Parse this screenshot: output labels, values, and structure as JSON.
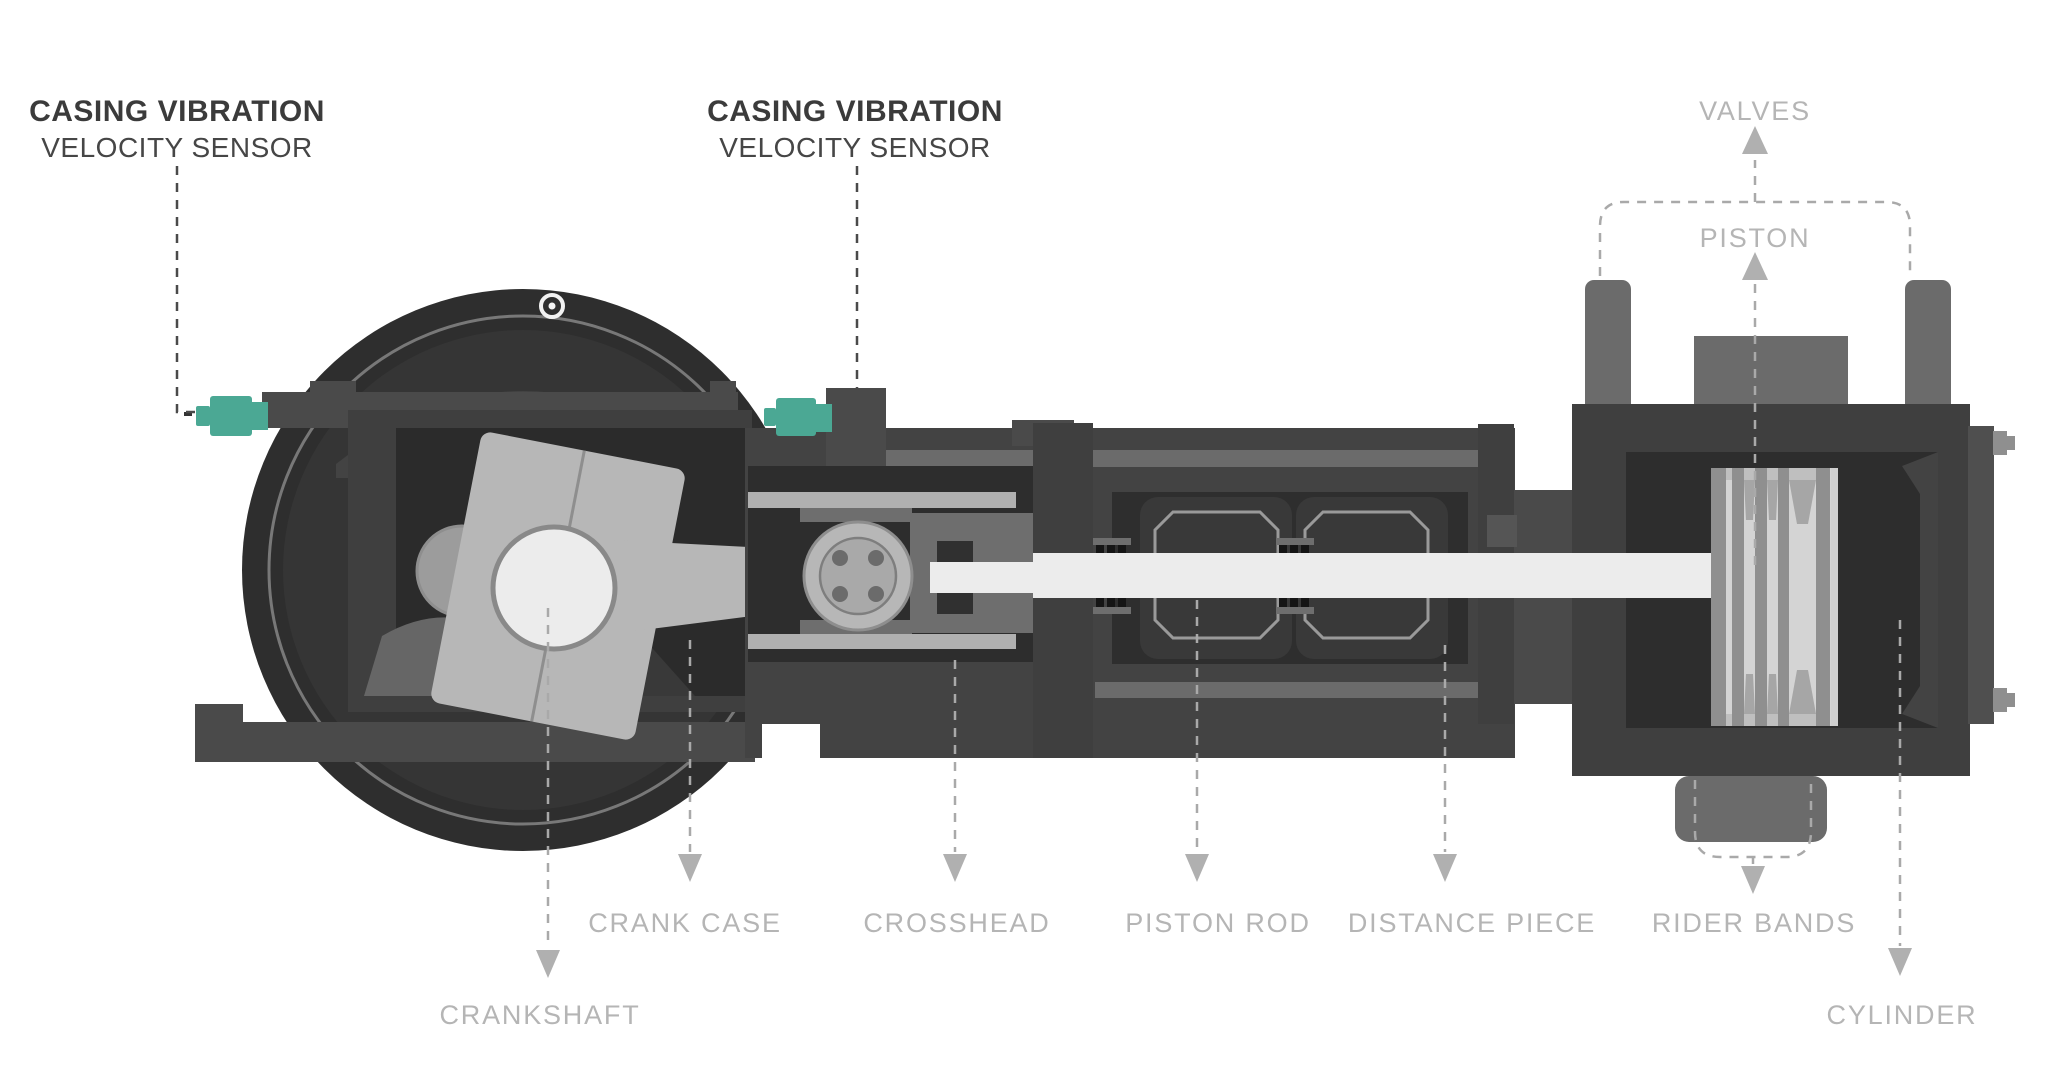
{
  "diagram": {
    "subject": "Reciprocating compressor cutaway diagram with casing vibration velocity sensor locations"
  },
  "labels": {
    "sensor_left": {
      "line1": "CASING VIBRATION",
      "line2": "VELOCITY SENSOR"
    },
    "sensor_right": {
      "line1": "CASING VIBRATION",
      "line2": "VELOCITY SENSOR"
    },
    "valves": "VALVES",
    "piston": "PISTON",
    "crank_case": "CRANK CASE",
    "crankshaft": "CRANKSHAFT",
    "crosshead": "CROSSHEAD",
    "piston_rod": "PISTON ROD",
    "distance_piece": "DISTANCE PIECE",
    "rider_bands": "RIDER BANDS",
    "cylinder": "CYLINDER"
  },
  "colors": {
    "background": "#ffffff",
    "sensor_teal": "#4BA894",
    "label_gray": "#B5B5B5",
    "sensor_label_dark": "#3B3B3B",
    "leader_gray": "#A9A9A9",
    "leader_dark": "#4A4A4A",
    "machine_darkest": "#2E2E2E",
    "machine_body": "#434343",
    "machine_mid": "#6B6B6B",
    "highlight_white": "#ECECEC"
  }
}
